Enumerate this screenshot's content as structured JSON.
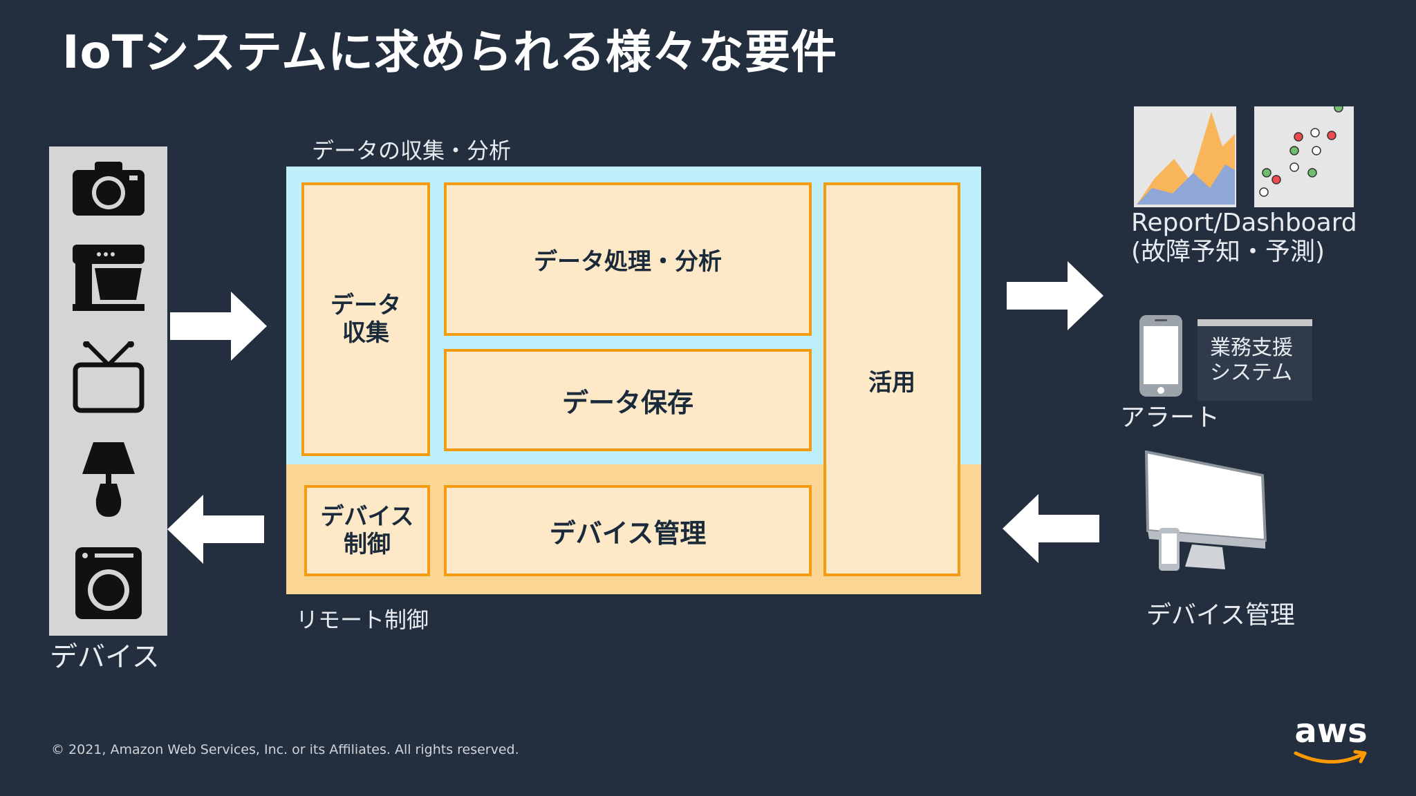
{
  "title": "IoTシステムに求められる様々な要件",
  "labels": {
    "analysis": "データの収集・分析",
    "remote": "リモート制御",
    "devices": "デバイス"
  },
  "boxes": {
    "collect": "データ\n収集",
    "process": "データ処理・分析",
    "store": "データ保存",
    "use": "活用",
    "control": "デバイス\n制御",
    "manage": "デバイス管理"
  },
  "right": {
    "report_line1": "Report/Dashboard",
    "report_line2": "(故障予知・予測)",
    "alert": "アラート",
    "business_line1": "業務支援",
    "business_line2": "システム",
    "device_mgmt": "デバイス管理"
  },
  "footer": "© 2021, Amazon Web Services, Inc. or its Affiliates. All rights reserved.",
  "logo": "aws",
  "device_icons": [
    "camera-icon",
    "stand-mixer-icon",
    "tv-icon",
    "lamp-icon",
    "washing-machine-icon"
  ],
  "colors": {
    "background": "#232f3e",
    "accent_orange": "#f39c12",
    "cloud_blue": "#bdf0fa",
    "edge_orange": "#fbd593",
    "box_fill": "#fde8c8"
  }
}
